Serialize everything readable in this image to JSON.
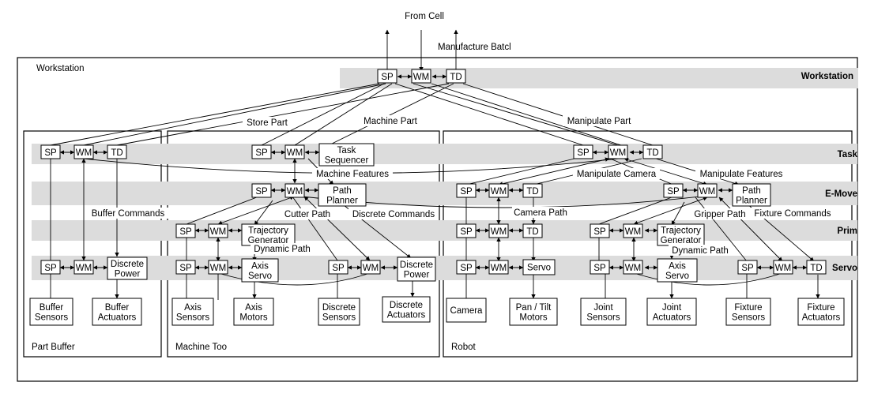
{
  "top": {
    "from_cell": "From Cell",
    "batch": "Manufacture Batcl"
  },
  "frames": {
    "workstation": "Workstation",
    "part_buffer": "Part Buffer",
    "machine_tool": "Machine Too",
    "robot": "Robot"
  },
  "bands": {
    "workstation": "Workstation",
    "task": "Task",
    "emove": "E-Move",
    "prim": "Prim",
    "servo": "Servo"
  },
  "modules": {
    "sp": "SP",
    "wm": "WM",
    "td": "TD"
  },
  "commands": {
    "store_part": "Store Part",
    "machine_part": "Machine Part",
    "manipulate_part": "Manipulate Part",
    "machine_features": "Machine Features",
    "manipulate_camera": "Manipulate Camera",
    "manipulate_features": "Manipulate Features",
    "buffer_commands": "Buffer Commands",
    "cutter_path": "Cutter Path",
    "discrete_commands": "Discrete Commands",
    "camera_path": "Camera Path",
    "gripper_path": "Gripper Path",
    "fixture_commands": "Fixture Commands",
    "dynamic_path_mt": "Dynamic Path",
    "dynamic_path_robot": "Dynamic Path"
  },
  "process_boxes": {
    "task_sequencer": [
      "Task",
      "Sequencer"
    ],
    "path_planner_mt": [
      "Path",
      "Planner"
    ],
    "path_planner_robot": [
      "Path",
      "Planner"
    ],
    "traj_gen_mt": [
      "Trajectory",
      "Generator"
    ],
    "traj_gen_robot": [
      "Trajectory",
      "Generator"
    ],
    "axis_servo_mt": [
      "Axis",
      "Servo"
    ],
    "axis_servo_robot": [
      "Axis",
      "Servo"
    ],
    "discrete_power_buffer": [
      "Discrete",
      "Power"
    ],
    "discrete_power_mt": [
      "Discrete",
      "Power"
    ],
    "servo_camera": [
      "Servo"
    ]
  },
  "devices": {
    "buffer_sensors": [
      "Buffer",
      "Sensors"
    ],
    "buffer_actuators": [
      "Buffer",
      "Actuators"
    ],
    "axis_sensors": [
      "Axis",
      "Sensors"
    ],
    "axis_motors": [
      "Axis",
      "Motors"
    ],
    "discrete_sensors": [
      "Discrete",
      "Sensors"
    ],
    "discrete_actuators": [
      "Discrete",
      "Actuators"
    ],
    "camera": [
      "Camera"
    ],
    "pan_tilt_motors": [
      "Pan / Tilt",
      "Motors"
    ],
    "joint_sensors": [
      "Joint",
      "Sensors"
    ],
    "joint_actuators": [
      "Joint",
      "Actuators"
    ],
    "fixture_sensors": [
      "Fixture",
      "Sensors"
    ],
    "fixture_actuators": [
      "Fixture",
      "Actuators"
    ]
  }
}
